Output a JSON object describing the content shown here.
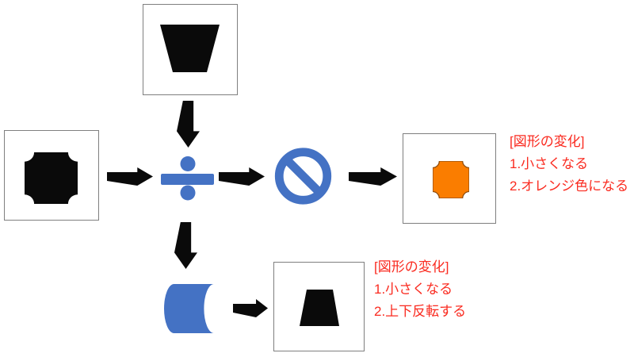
{
  "colors": {
    "background": "#FFFFFF",
    "blue": "#4472C4",
    "orange": "#FA7D00",
    "orange_outline": "#8A4A0B",
    "black": "#0A0A0A",
    "red": "#FA2B20",
    "box_border": "#7F7F7F"
  },
  "diagram": {
    "input_top": {
      "shape": "inverted-trapezoid",
      "fill": "black"
    },
    "input_left": {
      "shape": "plaque-square",
      "fill": "black"
    },
    "operator_divide": {
      "symbol": "÷",
      "meaning": "division-sign",
      "fill": "blue"
    },
    "operator_prohibit": {
      "meaning": "prohibition-sign",
      "fill": "blue"
    },
    "operator_stored_data": {
      "shape": "stored-data",
      "fill": "blue"
    },
    "output_right": {
      "shape": "plaque-square",
      "fill": "orange"
    },
    "output_bottom": {
      "shape": "upright-trapezoid",
      "fill": "black"
    }
  },
  "annotations": {
    "right": {
      "title": "[図形の変化]",
      "item1": "1.小さくなる",
      "item2": "2.オレンジ色になる"
    },
    "bottom": {
      "title": "[図形の変化]",
      "item1": "1.小さくなる",
      "item2": "2.上下反転する"
    }
  }
}
